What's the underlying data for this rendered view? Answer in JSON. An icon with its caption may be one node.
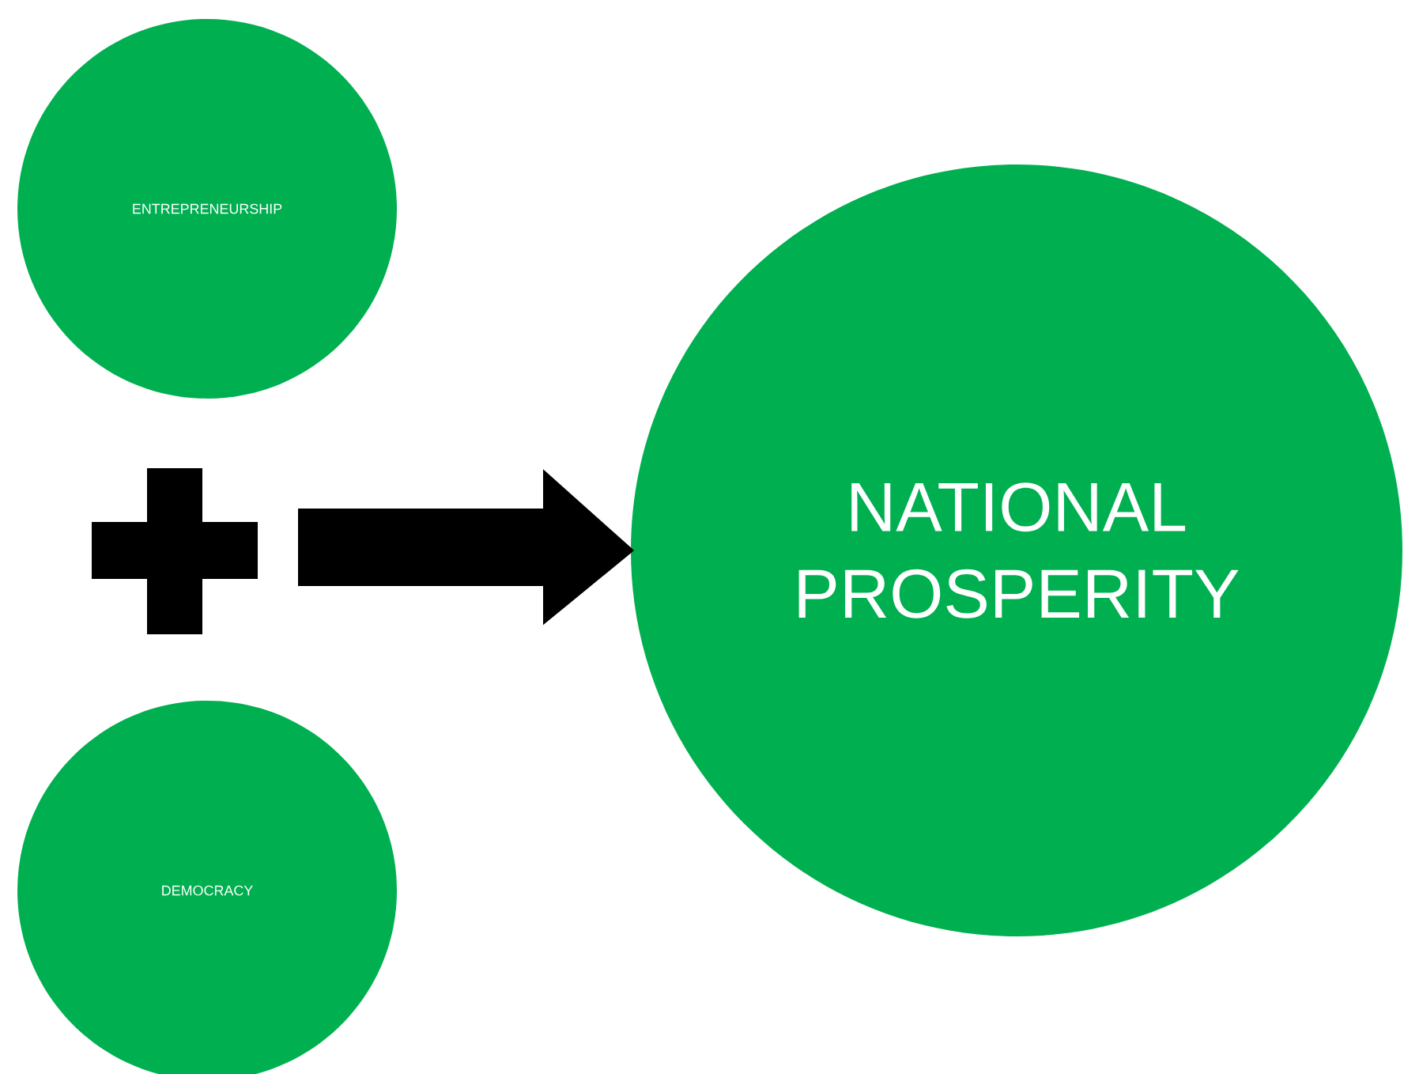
{
  "diagram": {
    "nodes": [
      {
        "text": [
          "ENTREPRENEURSHIP"
        ]
      },
      {
        "text": [
          "DEMOCRACY"
        ]
      },
      {
        "text": [
          "NATIONAL PROSPERITY"
        ]
      }
    ],
    "edges": [
      {
        "from": null,
        "to": 2,
        "arrow": "to",
        "style": "thick"
      }
    ]
  }
}
